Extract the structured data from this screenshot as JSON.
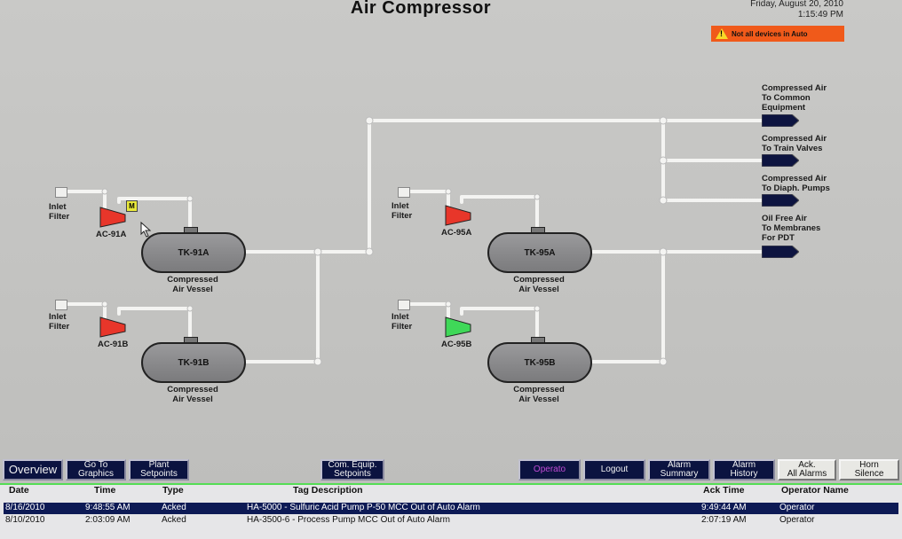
{
  "header": {
    "title": "Air Compressor",
    "date": "Friday, August 20, 2010",
    "time": "1:15:49 PM",
    "alert": "Not all devices in Auto"
  },
  "outputs": [
    "Compressed Air To Common Equipment",
    "Compressed Air To Train Valves",
    "Compressed Air To Diaph. Pumps",
    "Oil Free Air To Membranes For PDT"
  ],
  "outputs_lines": [
    [
      "Compressed Air",
      "To Common",
      "Equipment"
    ],
    [
      "Compressed Air",
      "To Train Valves"
    ],
    [
      "Compressed Air",
      "To Diaph. Pumps"
    ],
    [
      "Oil Free Air",
      "To Membranes",
      "For PDT"
    ]
  ],
  "filter_label_1": "Inlet",
  "filter_label_2": "Filter",
  "vessel_label_1": "Compressed",
  "vessel_label_2": "Air Vessel",
  "compressors": {
    "ac91a": {
      "name": "AC-91A",
      "color": "#e8362a",
      "mode_badge": "M"
    },
    "ac91b": {
      "name": "AC-91B",
      "color": "#e8362a"
    },
    "ac95a": {
      "name": "AC-95A",
      "color": "#e8362a"
    },
    "ac95b": {
      "name": "AC-95B",
      "color": "#3fd858"
    }
  },
  "tanks": {
    "tk91a": "TK-91A",
    "tk91b": "TK-91B",
    "tk95a": "TK-95A",
    "tk95b": "TK-95B"
  },
  "nav": {
    "overview": "Overview",
    "goto_graphics_1": "Go To",
    "goto_graphics_2": "Graphics",
    "plant_setpoints_1": "Plant",
    "plant_setpoints_2": "Setpoints",
    "com_equip_1": "Com. Equip.",
    "com_equip_2": "Setpoints",
    "operator": "Operato",
    "logout": "Logout",
    "alarm_summary_1": "Alarm",
    "alarm_summary_2": "Summary",
    "alarm_history_1": "Alarm",
    "alarm_history_2": "History",
    "ack_1": "Ack.",
    "ack_2": "All Alarms",
    "horn_1": "Horn",
    "horn_2": "Silence"
  },
  "alarms": {
    "columns": [
      "Date",
      "Time",
      "Type",
      "Tag Description",
      "Ack Time",
      "Operator Name"
    ],
    "rows": [
      {
        "date": "8/16/2010",
        "time": "9:48:55 AM",
        "type": "Acked",
        "desc": "HA-5000 - Sulfuric Acid Pump P-50 MCC Out of Auto Alarm",
        "ack": "9:49:44 AM",
        "op": "Operator"
      },
      {
        "date": "8/10/2010",
        "time": "2:03:09 AM",
        "type": "Acked",
        "desc": "HA-3500-6 - Process Pump MCC Out of Auto Alarm",
        "ack": "2:07:19 AM",
        "op": "Operator"
      }
    ]
  },
  "colors": {
    "running": "#3fd858",
    "stopped": "#e8362a",
    "alert_bg": "#f05a1a",
    "button_bg": "#0b1340"
  }
}
